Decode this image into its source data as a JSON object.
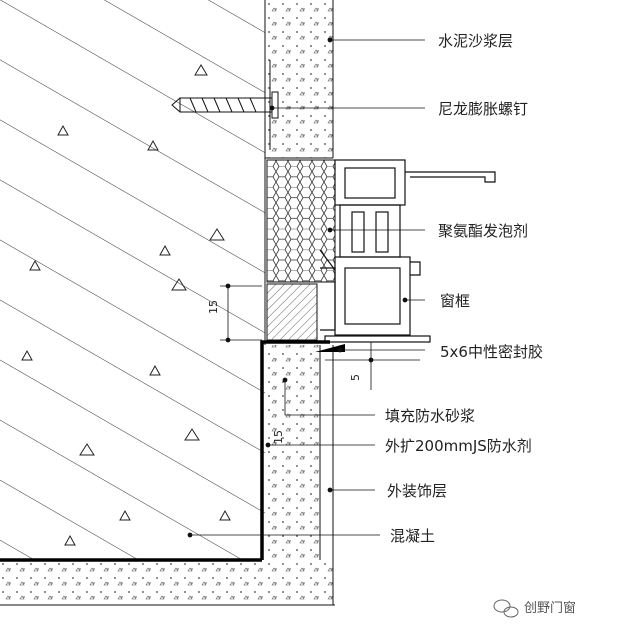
{
  "labels": {
    "cement_mortar": "水泥沙浆层",
    "nylon_anchor": "尼龙膨胀螺钉",
    "pu_foam": "聚氨酯发泡剂",
    "window_frame": "窗框",
    "sealant": "5x6中性密封胶",
    "fill_mortar": "填充防水砂浆",
    "js_waterproof": "外扩200mmJS防水剂",
    "exterior_finish": "外装饰层",
    "concrete": "混凝土"
  },
  "dimensions": {
    "height_15": "15",
    "gap_5": "5",
    "side_15": "15"
  },
  "watermark": {
    "text": "创野门窗",
    "icon": "wechat-icon"
  },
  "colors": {
    "line": "#111111",
    "hatch": "#333333",
    "background": "#ffffff"
  }
}
